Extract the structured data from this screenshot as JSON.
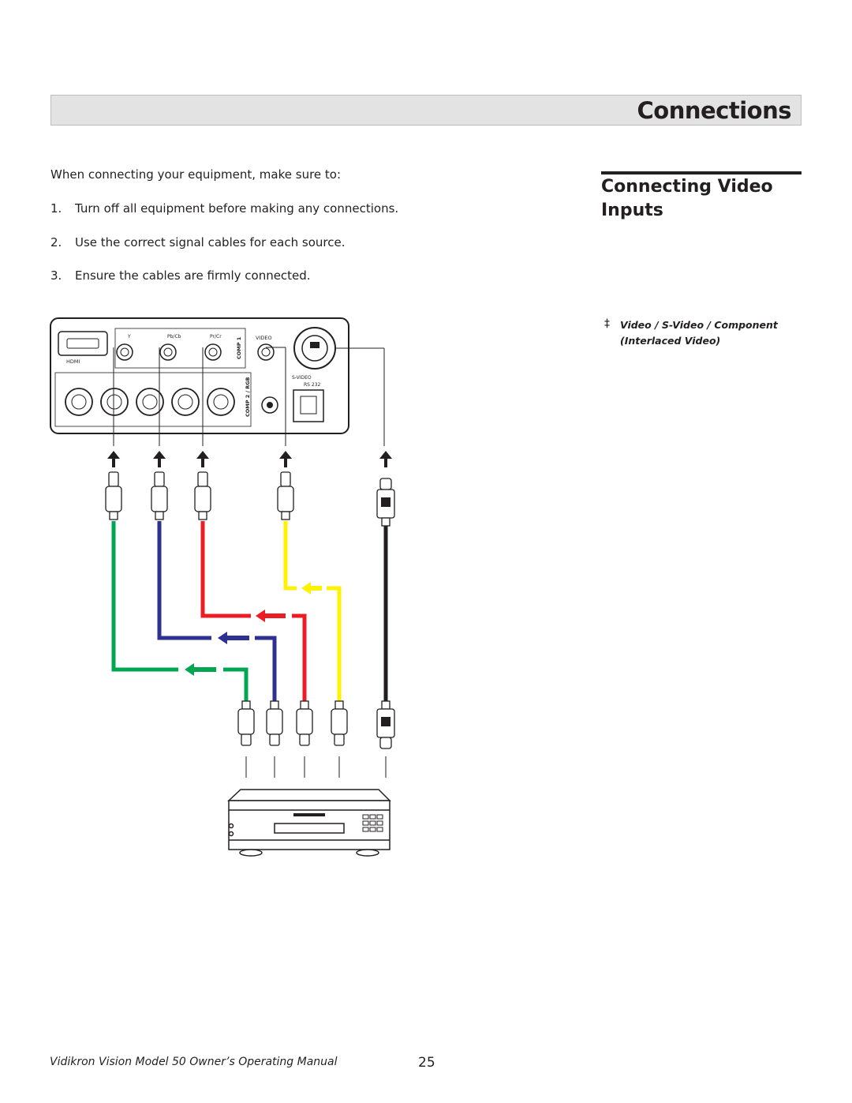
{
  "header": {
    "title": "Connections"
  },
  "intro": "When connecting your equipment, make sure to:",
  "steps": [
    {
      "num": "1.",
      "text": "Turn off all equipment before making any connections."
    },
    {
      "num": "2.",
      "text": "Use the correct signal cables for each source."
    },
    {
      "num": "3.",
      "text": "Ensure the cables are firmly connected."
    }
  ],
  "section": {
    "title": "Connecting Video Inputs"
  },
  "note": {
    "dagger": "‡",
    "text_line1": "Video / S-Video / Component",
    "text_line2": "(Interlaced Video)"
  },
  "panel_labels": {
    "hdmi": "HDMI",
    "y": "Y",
    "pb": "Pb/Cb",
    "pr": "Pr/Cr",
    "comp1": "COMP 1",
    "video": "VIDEO",
    "svideo": "S-VIDEO",
    "rs232": "RS 232",
    "comp2": "COMP 2 / RGB"
  },
  "cable_colors": {
    "green": "#00a651",
    "blue": "#2e3192",
    "red": "#ed1c24",
    "yellow": "#fff200",
    "black": "#231f20"
  },
  "footer": {
    "manual": "Vidikron Vision Model 50 Owner’s Operating Manual",
    "page": "25"
  }
}
